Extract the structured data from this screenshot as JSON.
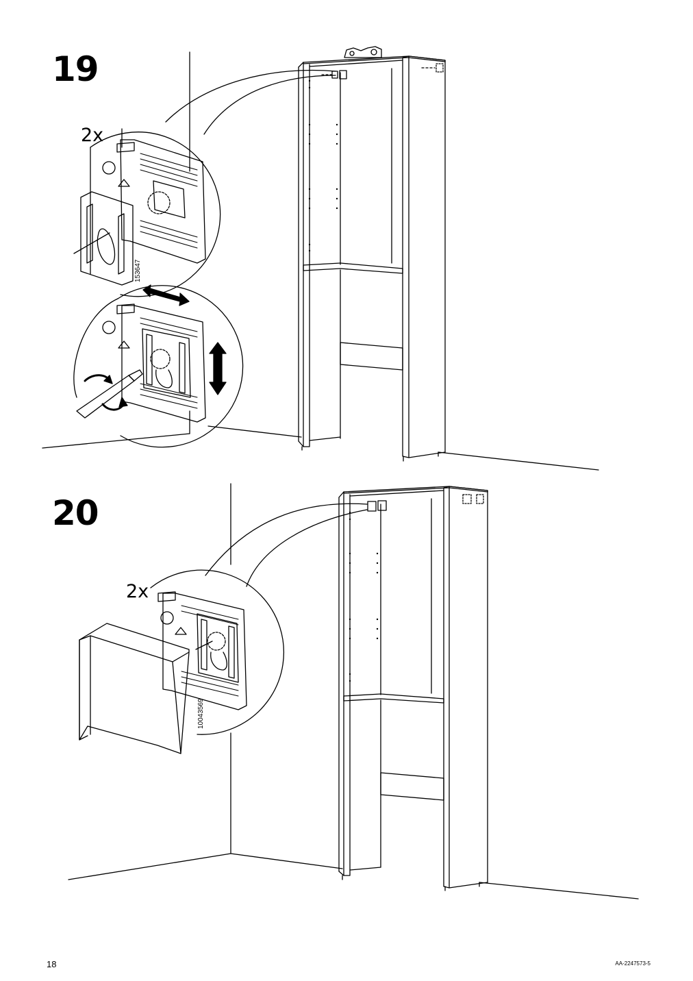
{
  "steps": [
    {
      "number": "19",
      "quantity": "2x",
      "part_number": "153647"
    },
    {
      "number": "20",
      "quantity": "2x",
      "part_number": "10043569"
    }
  ],
  "footer": {
    "page_number": "18",
    "document_id": "AA-2247573-5"
  }
}
